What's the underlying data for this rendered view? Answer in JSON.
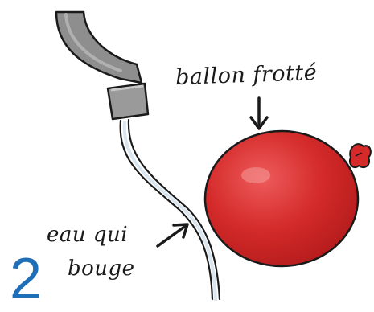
{
  "labels": {
    "balloon": "ballon frotté",
    "water_line1": "eau qui",
    "water_line2": "bouge"
  },
  "panel_number": "2",
  "colors": {
    "balloon": "#d42a2a",
    "faucet": "#8e8e8e",
    "outline": "#1a1a1a",
    "number": "#1f6fb8"
  }
}
